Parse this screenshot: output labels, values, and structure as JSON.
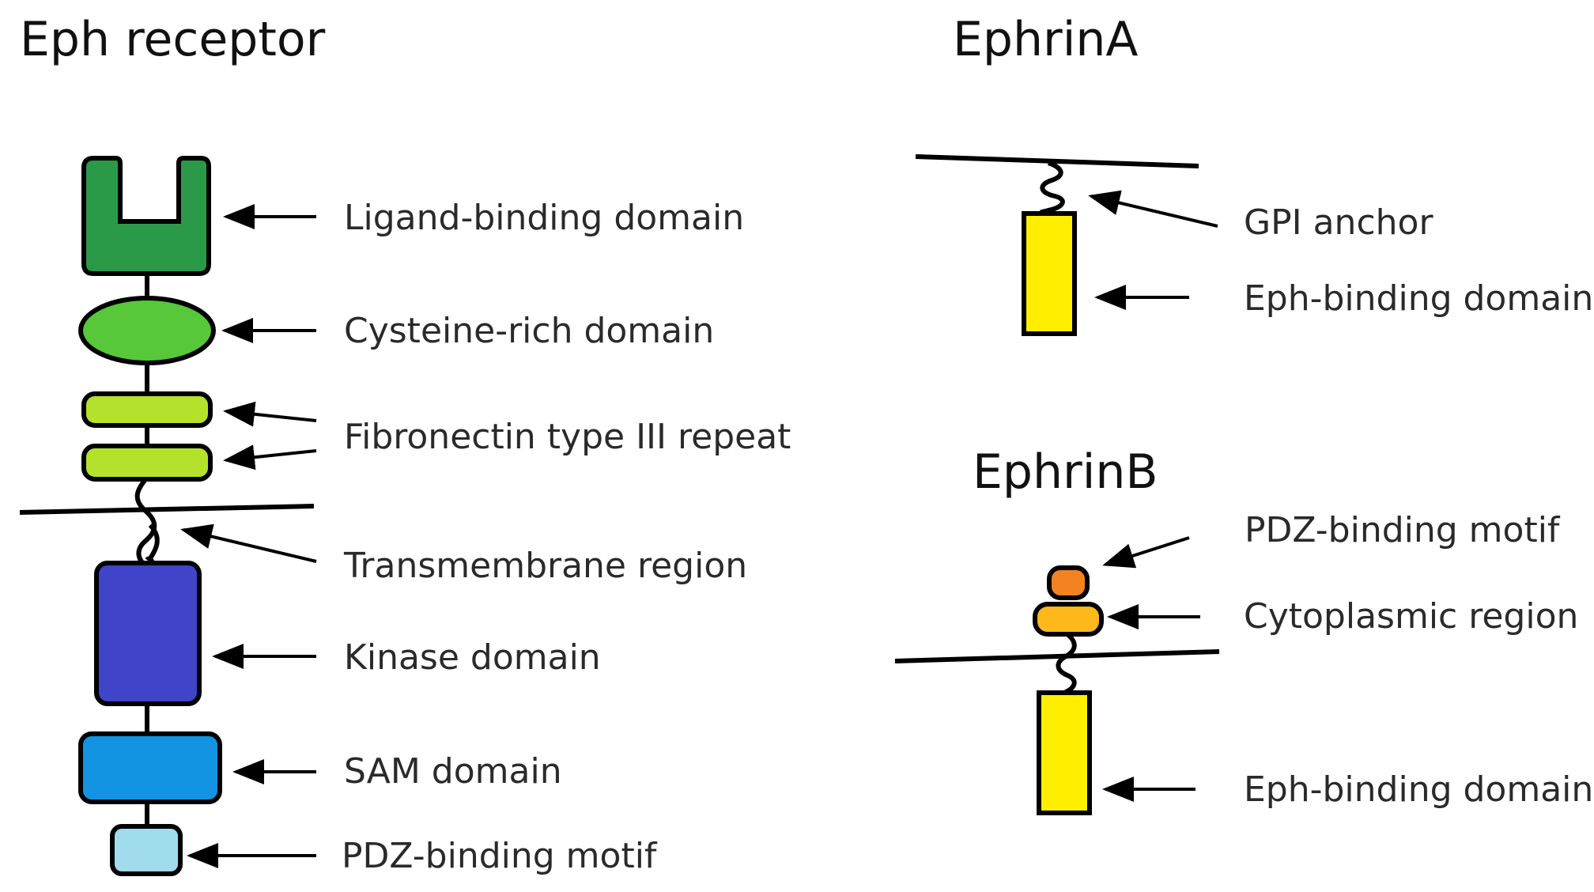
{
  "eph_receptor": {
    "title": "Eph receptor",
    "labels": {
      "ligand_binding": "Ligand-binding domain",
      "cysteine_rich": "Cysteine-rich domain",
      "fibronectin": "Fibronectin type III repeat",
      "transmembrane": "Transmembrane region",
      "kinase": "Kinase domain",
      "sam": "SAM domain",
      "pdz_binding": "PDZ-binding motif"
    }
  },
  "ephrin_a": {
    "title": "EphrinA",
    "labels": {
      "gpi_anchor": "GPI anchor",
      "eph_binding": "Eph-binding domain"
    }
  },
  "ephrin_b": {
    "title": "EphrinB",
    "labels": {
      "pdz_binding": "PDZ-binding motif",
      "cytoplasmic": "Cytoplasmic region",
      "eph_binding": "Eph-binding domain"
    }
  },
  "colors": {
    "ligand_binding": "#2a9a48",
    "cysteine_rich": "#56c83a",
    "fibronectin": "#b4e22c",
    "kinase": "#3f44c8",
    "sam": "#1294e2",
    "pdz": "#a0dcec",
    "eph_binding": "#ffee00",
    "cytoplasmic": "#ffb81a",
    "pdz_ephrin_b": "#f58220"
  }
}
